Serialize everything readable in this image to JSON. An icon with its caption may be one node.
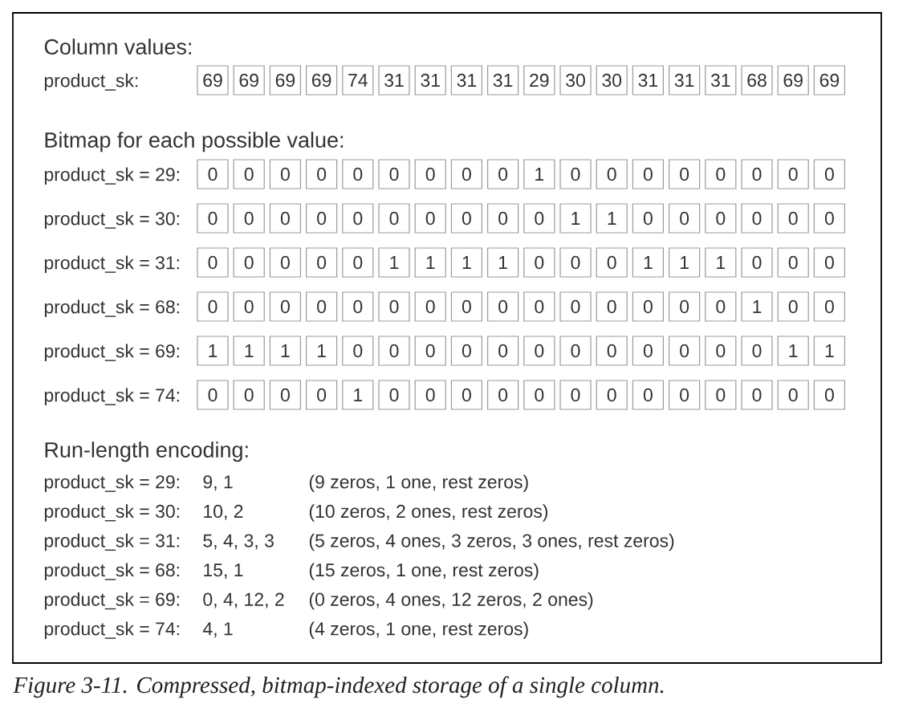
{
  "diagram": {
    "caption": "Figure 3-11. Compressed, bitmap-indexed storage of a single column.",
    "labels": [
      "Column values:",
      "product_sk:",
      "69",
      "69",
      "69",
      "69",
      "74",
      "31",
      "31",
      "31",
      "31",
      "29",
      "30",
      "30",
      "31",
      "31",
      "31",
      "68",
      "69",
      "69",
      "Bitmap for each possible value:",
      "product_sk = 29:",
      "0",
      "0",
      "0",
      "0",
      "0",
      "0",
      "0",
      "0",
      "0",
      "1",
      "0",
      "0",
      "0",
      "0",
      "0",
      "0",
      "0",
      "0",
      "product_sk = 30:",
      "0",
      "0",
      "0",
      "0",
      "0",
      "0",
      "0",
      "0",
      "0",
      "0",
      "1",
      "1",
      "0",
      "0",
      "0",
      "0",
      "0",
      "0",
      "product_sk = 31:",
      "0",
      "0",
      "0",
      "0",
      "0",
      "1",
      "1",
      "1",
      "1",
      "0",
      "0",
      "0",
      "1",
      "1",
      "1",
      "0",
      "0",
      "0",
      "product_sk = 68:",
      "0",
      "0",
      "0",
      "0",
      "0",
      "0",
      "0",
      "0",
      "0",
      "0",
      "0",
      "0",
      "0",
      "0",
      "0",
      "1",
      "0",
      "0",
      "product_sk = 69:",
      "1",
      "1",
      "1",
      "1",
      "0",
      "0",
      "0",
      "0",
      "0",
      "0",
      "0",
      "0",
      "0",
      "0",
      "0",
      "0",
      "1",
      "1",
      "product_sk = 74:",
      "0",
      "0",
      "0",
      "0",
      "1",
      "0",
      "0",
      "0",
      "0",
      "0",
      "0",
      "0",
      "0",
      "0",
      "0",
      "0",
      "0",
      "0",
      "Run-length encoding:",
      "product_sk = 29:",
      "9, 1",
      "(9 zeros, 1 one, rest zeros)",
      "product_sk = 30:",
      "10, 2",
      "(10 zeros, 2 ones, rest zeros)",
      "product_sk = 31:",
      "5, 4, 3, 3",
      "(5 zeros, 4 ones, 3 zeros, 3 ones, rest zeros)",
      "product_sk = 68:",
      "15, 1",
      "(15 zeros, 1 one, rest zeros)",
      "product_sk = 69:",
      "0, 4, 12, 2",
      "(0 zeros, 4 ones, 12 zeros, 2 ones)",
      "product_sk = 74:",
      "4, 1",
      "(4 zeros, 1 one, rest zeros)"
    ]
  }
}
